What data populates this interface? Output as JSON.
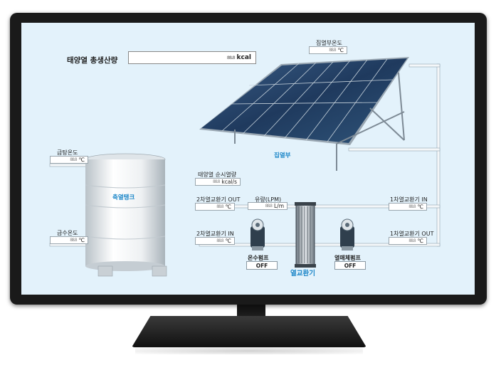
{
  "header": {
    "total_heat_label": "태양열 총생산량",
    "total_heat_unit": "kcal"
  },
  "collector": {
    "temp_label": "집열부온도",
    "temp_unit": "℃",
    "name": "집열부"
  },
  "tank": {
    "name": "축열탱크",
    "supply_temp_label": "급탕온도",
    "supply_temp_unit": "℃",
    "feed_temp_label": "급수온도",
    "feed_temp_unit": "℃"
  },
  "readouts": {
    "instant_heat_label": "태양열 순시열량",
    "instant_heat_unit": "kcal/s",
    "secondary_out_label": "2차열교환기 OUT",
    "secondary_out_unit": "℃",
    "secondary_in_label": "2차열교환기 IN",
    "secondary_in_unit": "℃",
    "flow_label": "유량(LPM)",
    "flow_unit": "L/m",
    "primary_in_label": "1차열교환기 IN",
    "primary_in_unit": "℃",
    "primary_out_label": "1차열교환기 OUT",
    "primary_out_unit": "℃"
  },
  "pumps": {
    "hot_water_pump_label": "온수펌프",
    "hot_water_pump_state": "OFF",
    "heat_medium_pump_label": "열매체펌프",
    "heat_medium_pump_state": "OFF"
  },
  "exchanger": {
    "name": "열교환기"
  },
  "colors": {
    "screen_bg": "#e3f2fb",
    "pipe": "#f4f7f9",
    "accent_blue": "#1b86c8",
    "bezel": "#1a1a1a"
  },
  "digit_placeholder": "88.8"
}
